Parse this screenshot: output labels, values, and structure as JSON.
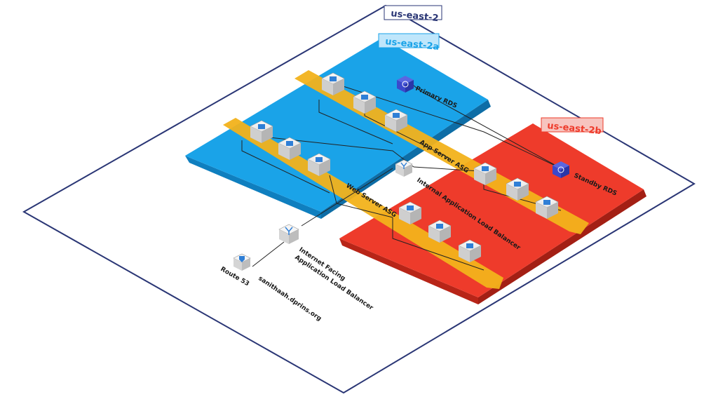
{
  "region": {
    "label": "us-east-2"
  },
  "zones": [
    {
      "label": "us-east-2a",
      "color": "#1aa3e8",
      "text_color": "#1aa3e8"
    },
    {
      "label": "us-east-2b",
      "color": "#ee3b2b",
      "text_color": "#ee3b2b"
    }
  ],
  "tiers": {
    "web": {
      "label": "Web Server ASG"
    },
    "app": {
      "label": "App Server ASG"
    }
  },
  "services": {
    "rds_primary": {
      "label": "Primary RDS"
    },
    "rds_standby": {
      "label": "Standby RDS"
    },
    "internal_alb": {
      "label": "Internal Application Load Balancer"
    },
    "external_alb": {
      "line1": "Internet Facing",
      "line2": "Application Load Balancer"
    },
    "route53": {
      "label": "Route 53"
    },
    "domain": {
      "label": "sanithaah.dprins.org"
    }
  },
  "colors": {
    "asg_band": "#f2b21b",
    "region_border": "#2a3675",
    "rds_icon": "#3b48cc",
    "instance_icon": "#2f7fd6"
  }
}
